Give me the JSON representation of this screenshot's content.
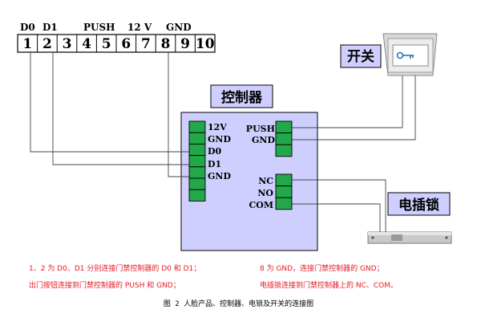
{
  "terminal_strip": {
    "numbers": [
      "1",
      "2",
      "3",
      "4",
      "5",
      "6",
      "7",
      "8",
      "9",
      "10"
    ],
    "labels": {
      "d0": "D0",
      "d1": "D1",
      "push": "PUSH",
      "v12": "12 V",
      "gnd": "GND"
    }
  },
  "controller": {
    "title": "控制器",
    "left_pins": [
      "12V",
      "GND",
      "D0",
      "D1",
      "GND"
    ],
    "right_upper_pins": [
      "PUSH",
      "GND"
    ],
    "right_lower_pins": [
      "NC",
      "NO",
      "COM"
    ]
  },
  "switch": {
    "label": "开关"
  },
  "lock": {
    "label": "电插锁"
  },
  "notes": {
    "line1_left": "1、2 为 D0、D1 分别连接门禁控制器的 D0 和 D1；",
    "line1_right": "8 为 GND，连接门禁控制器的 GND；",
    "line2_left": "出门按钮连接到门禁控制器的 PUSH 和 GND；",
    "line2_right": "电插锁连接到门禁控制器上的 NC、COM。"
  },
  "caption": "图 2  人脸产品、控制器、电锁及开关的连接图",
  "colors": {
    "terminal_green": "#22a84a",
    "controller_fill": "#cfcfff",
    "note_red": "#e31b23"
  }
}
